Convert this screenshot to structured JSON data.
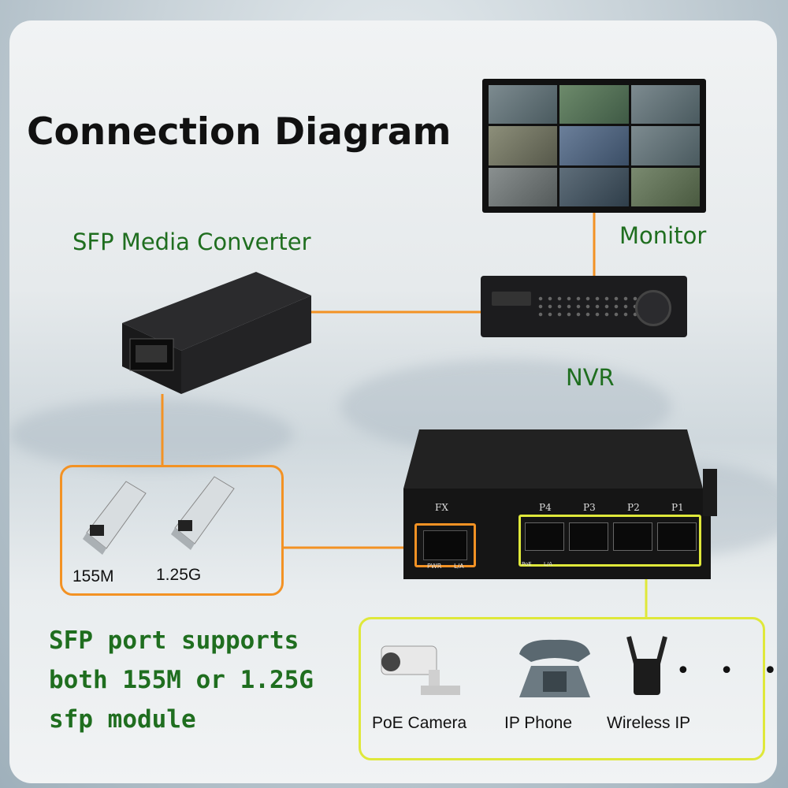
{
  "title": "Connection Diagram",
  "labels": {
    "sfp_media_converter": "SFP Media Converter",
    "monitor": "Monitor",
    "nvr": "NVR"
  },
  "sfp_modules": [
    "155M",
    "1.25G"
  ],
  "switch_ports": {
    "fx": "FX",
    "ports": [
      "P4",
      "P3",
      "P2",
      "P1"
    ],
    "pwr": "PWR",
    "la": "L/A",
    "poe": "PoE"
  },
  "sfp_note": [
    "SFP port supports",
    "both 155M or 1.25G",
    "sfp module"
  ],
  "devices": [
    "PoE Camera",
    "IP Phone",
    "Wireless IP"
  ],
  "ellipsis": "• • •",
  "colors": {
    "orange_line": "#f39224",
    "yellow_box": "#dfe83a",
    "green_text": "#1f6e1f"
  }
}
